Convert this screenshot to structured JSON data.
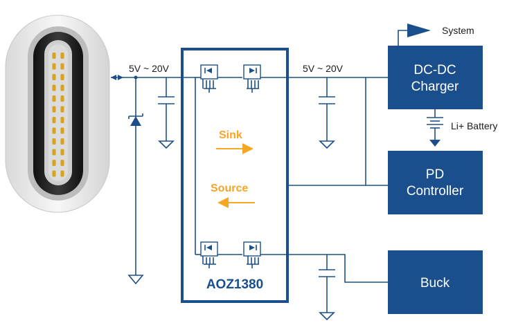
{
  "labels": {
    "voltage_left": "5V ~ 20V",
    "voltage_right": "5V ~ 20V",
    "system": "System",
    "battery": "Li+ Battery",
    "sink": "Sink",
    "source": "Source",
    "chip": "AOZ1380"
  },
  "blocks": {
    "charger_line1": "DC-DC",
    "charger_line2": "Charger",
    "pd_line1": "PD",
    "pd_line2": "Controller",
    "buck": "Buck"
  },
  "colors": {
    "block_fill": "#1a4e8c",
    "wire": "#1b4f8a",
    "flow_arrow": "#f5a623",
    "connector_body": "#e8e8e8"
  }
}
